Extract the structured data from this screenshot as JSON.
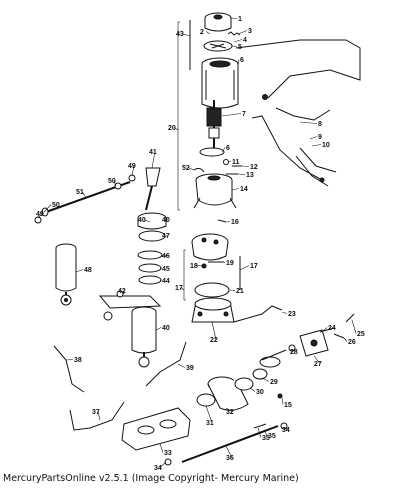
{
  "caption": "MercuryPartsOnline v2.5.1 (Image Copyright- Mercury Marine)",
  "callouts": [
    "1",
    "2",
    "3",
    "4",
    "5",
    "6",
    "7",
    "8",
    "9",
    "10",
    "11",
    "12",
    "13",
    "14",
    "15",
    "16",
    "17",
    "18",
    "19",
    "20",
    "21",
    "22",
    "23",
    "24",
    "25",
    "26",
    "27",
    "28",
    "29",
    "30",
    "31",
    "32",
    "33",
    "34",
    "35",
    "36",
    "37",
    "38",
    "39",
    "40",
    "41",
    "42",
    "43",
    "44",
    "45",
    "46",
    "47",
    "48",
    "49",
    "50",
    "51",
    "52"
  ]
}
